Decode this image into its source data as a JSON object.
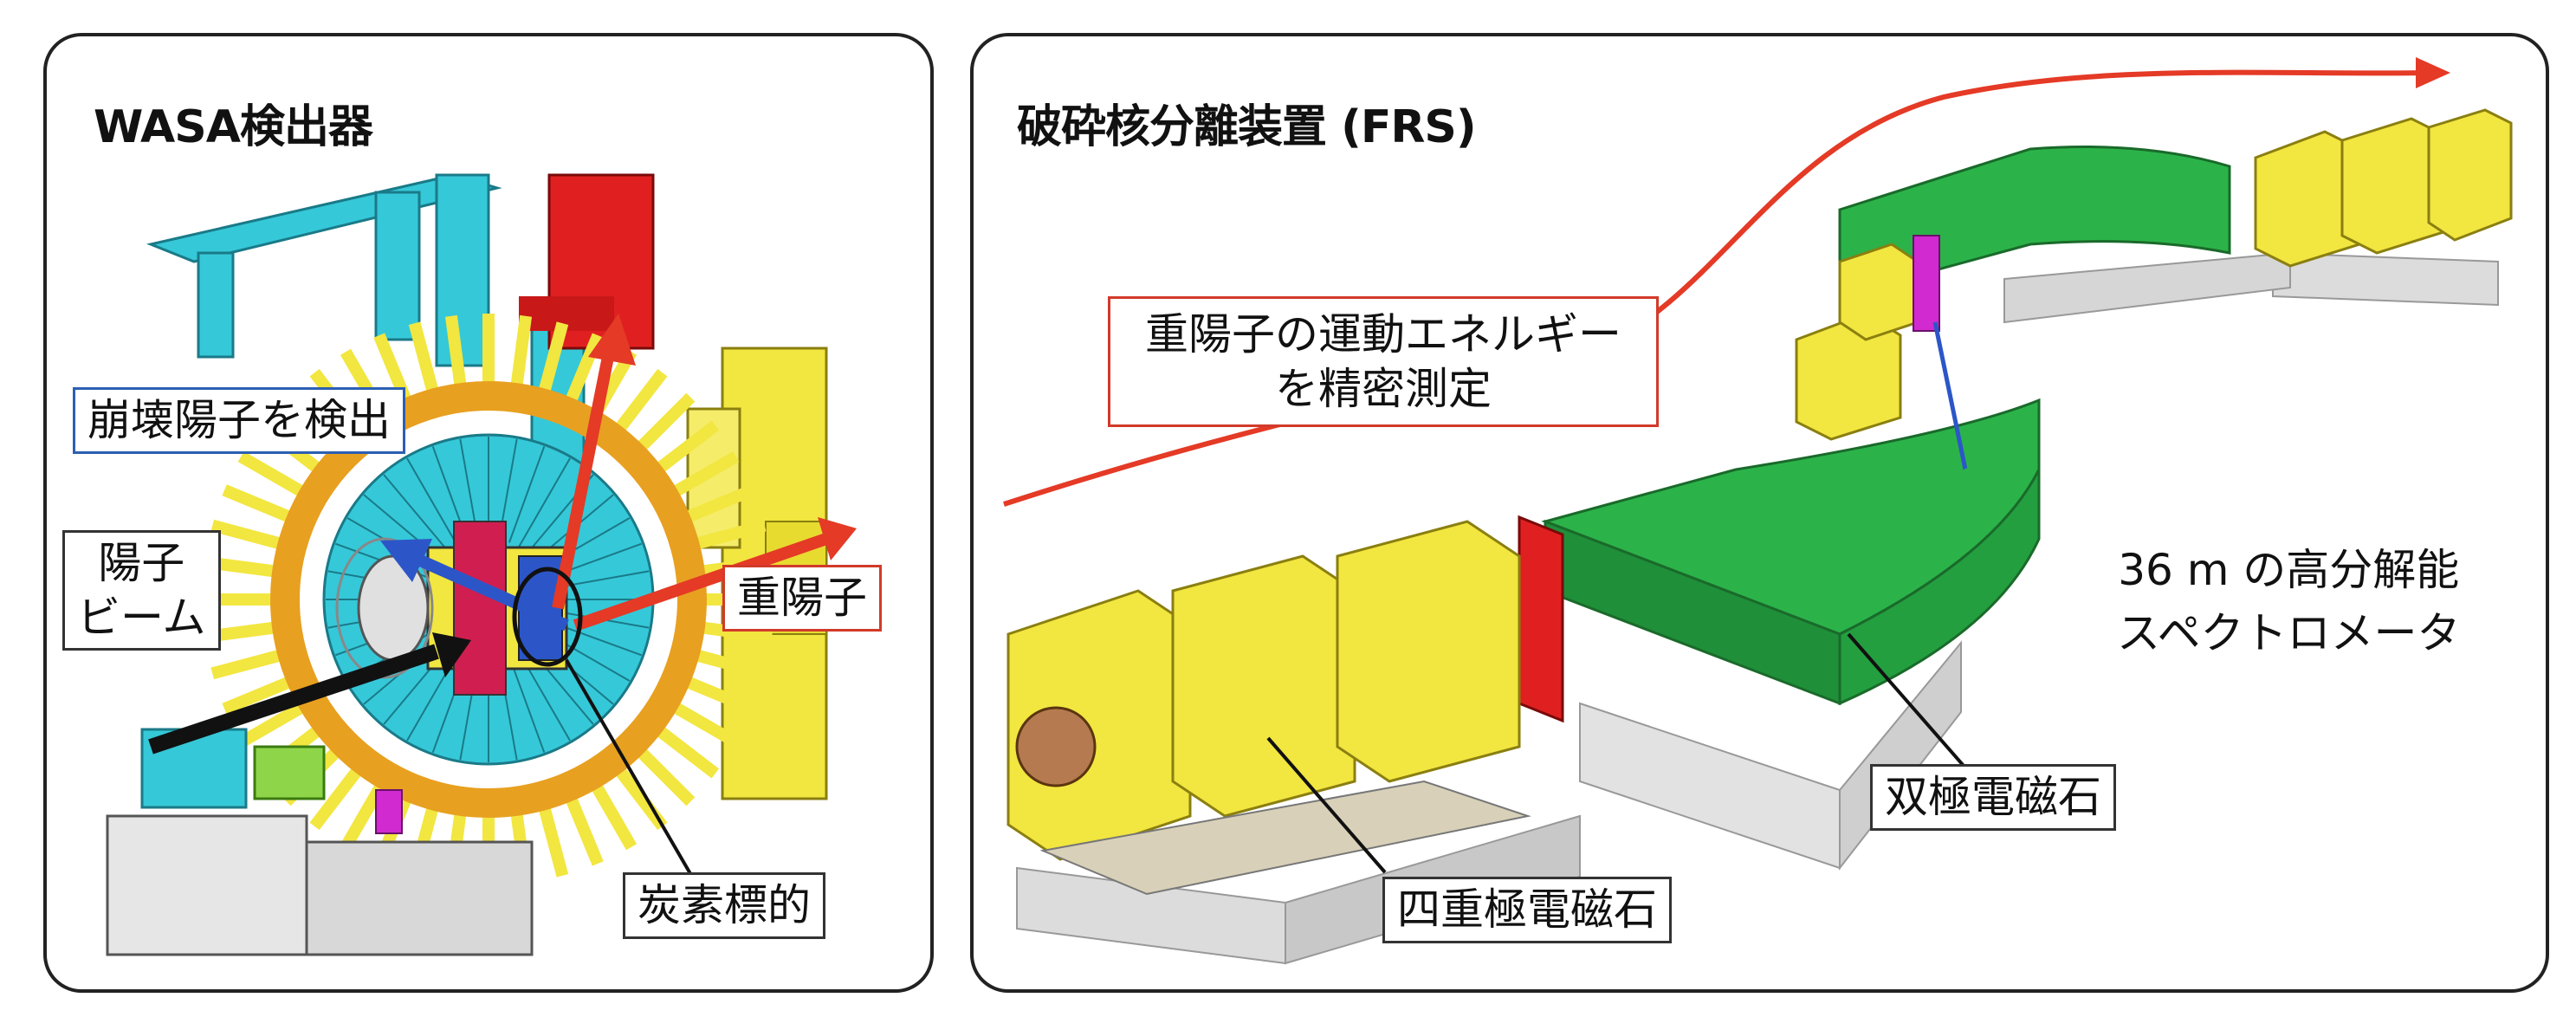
{
  "wasa": {
    "title": "WASA検出器",
    "labels": {
      "decay_proton": "崩壊陽子を検出",
      "proton_beam_line1": "陽子",
      "proton_beam_line2": "ビーム",
      "deuteron": "重陽子",
      "carbon_target": "炭素標的"
    }
  },
  "frs": {
    "title": "破砕核分離装置 (FRS)",
    "labels": {
      "energy_line1": "重陽子の運動エネルギー",
      "energy_line2": "を精密測定",
      "resolution_line1": "36 m の高分解能",
      "resolution_line2": "スペクトロメータ",
      "dipole": "双極電磁石",
      "quadrupole": "四重極電磁石"
    }
  },
  "colors": {
    "border": "#222222",
    "yellow_magnet": "#f2e640",
    "green_dipole": "#2bb34a",
    "cyan_frame": "#35c8d8",
    "red_arrow": "#e43a26",
    "blue_arrow": "#2c56c8",
    "orange_ring": "#e8a020",
    "gray_base": "#dcdcdc"
  }
}
